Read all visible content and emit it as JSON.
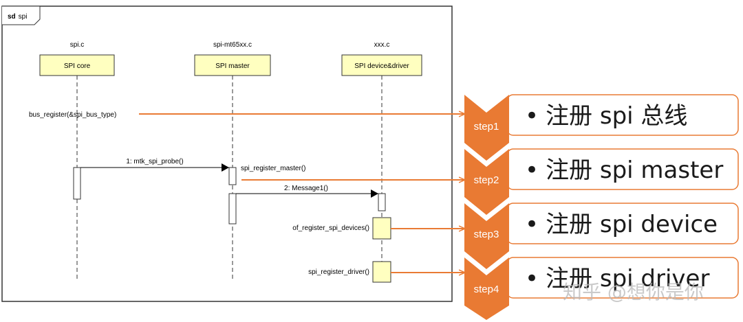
{
  "frame": {
    "keyword": "sd",
    "name": "spi"
  },
  "lifelines": [
    {
      "file": "spi.c",
      "label": "SPI core"
    },
    {
      "file": "spi-mt65xx.c",
      "label": "SPI master"
    },
    {
      "file": "xxx.c",
      "label": "SPI device&driver"
    }
  ],
  "messages": [
    {
      "text": "bus_register(&spi_bus_type)"
    },
    {
      "text": "1: mtk_spi_probe()"
    },
    {
      "text": "spi_register_master()"
    },
    {
      "text": "2: Message1()"
    },
    {
      "text": "of_register_spi_devices()"
    },
    {
      "text": "spi_register_driver()"
    }
  ],
  "steps": [
    {
      "label": "step1",
      "text": "注册 spi 总线"
    },
    {
      "label": "step2",
      "text": "注册 spi master"
    },
    {
      "label": "step3",
      "text": "注册 spi device"
    },
    {
      "label": "step4",
      "text": "注册 spi driver"
    }
  ],
  "bullet": "•",
  "watermark": "知乎 @想你是你",
  "colors": {
    "lifeline_fill": "#ffffc0",
    "arrow": "#e97a33",
    "step_fill": "#e97a33",
    "step_border": "#e97a33",
    "frame": "#333333"
  }
}
